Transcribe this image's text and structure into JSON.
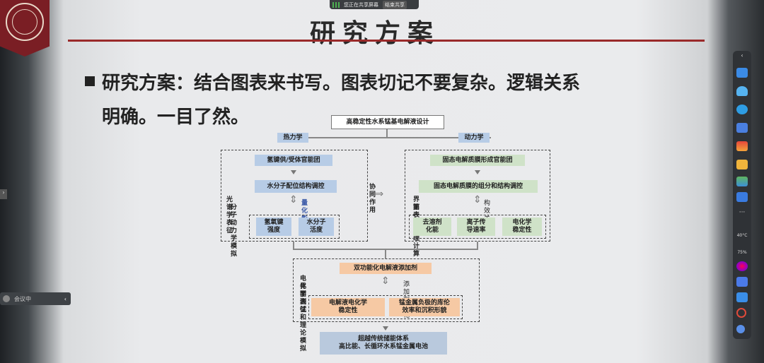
{
  "slide": {
    "title": "研究方案",
    "bullet_line1": "研究方案：结合图表来书写。图表切记不要复杂。逻辑关系",
    "bullet_line2": "明确。一目了然。"
  },
  "screenshare_bar": {
    "status": "您正在共享屏幕",
    "end_button": "结束共享"
  },
  "minibar": {
    "label": "会议中"
  },
  "dock": {
    "temp": "40°C",
    "percent": "75%"
  },
  "diagram": {
    "top_box": "高稳定性水系锰基电解液设计",
    "thermo_tag": "热力学",
    "kinetic_tag": "动力学",
    "left": {
      "box1": "氢键供/受体官能团",
      "box2": "水分子配位结构调控",
      "method1": "光谱学表征",
      "method2": "分子动力学模拟",
      "effect": "量化影响",
      "sub1a": "氢氧键",
      "sub1b": "强度",
      "sub2a": "水分子",
      "sub2b": "活度"
    },
    "synergy": "协同作用",
    "right": {
      "box1": "固态电解质膜形成官能团",
      "box2": "固态电解质膜的组分和结构调控",
      "method1": "界面表征",
      "method2": "第一性原理计算",
      "effect": "构效关系",
      "sub1a": "去溶剂",
      "sub1b": "化能",
      "sub2a": "离子传",
      "sub2b": "导速率",
      "sub3a": "电化学",
      "sub3b": "稳定性"
    },
    "bottom": {
      "box1": "双功能化电解液添加剂",
      "method1": "电化学测试",
      "method2": "界面表征和理论模拟",
      "effect": "添加剂优化",
      "sub1a": "电解液电化学",
      "sub1b": "稳定性",
      "sub2a": "锰金属负极的库伦",
      "sub2b": "效率和沉积形貌"
    },
    "final_line1": "超越传统储能体系",
    "final_line2": "高比能、长循环水系锰金属电池"
  }
}
